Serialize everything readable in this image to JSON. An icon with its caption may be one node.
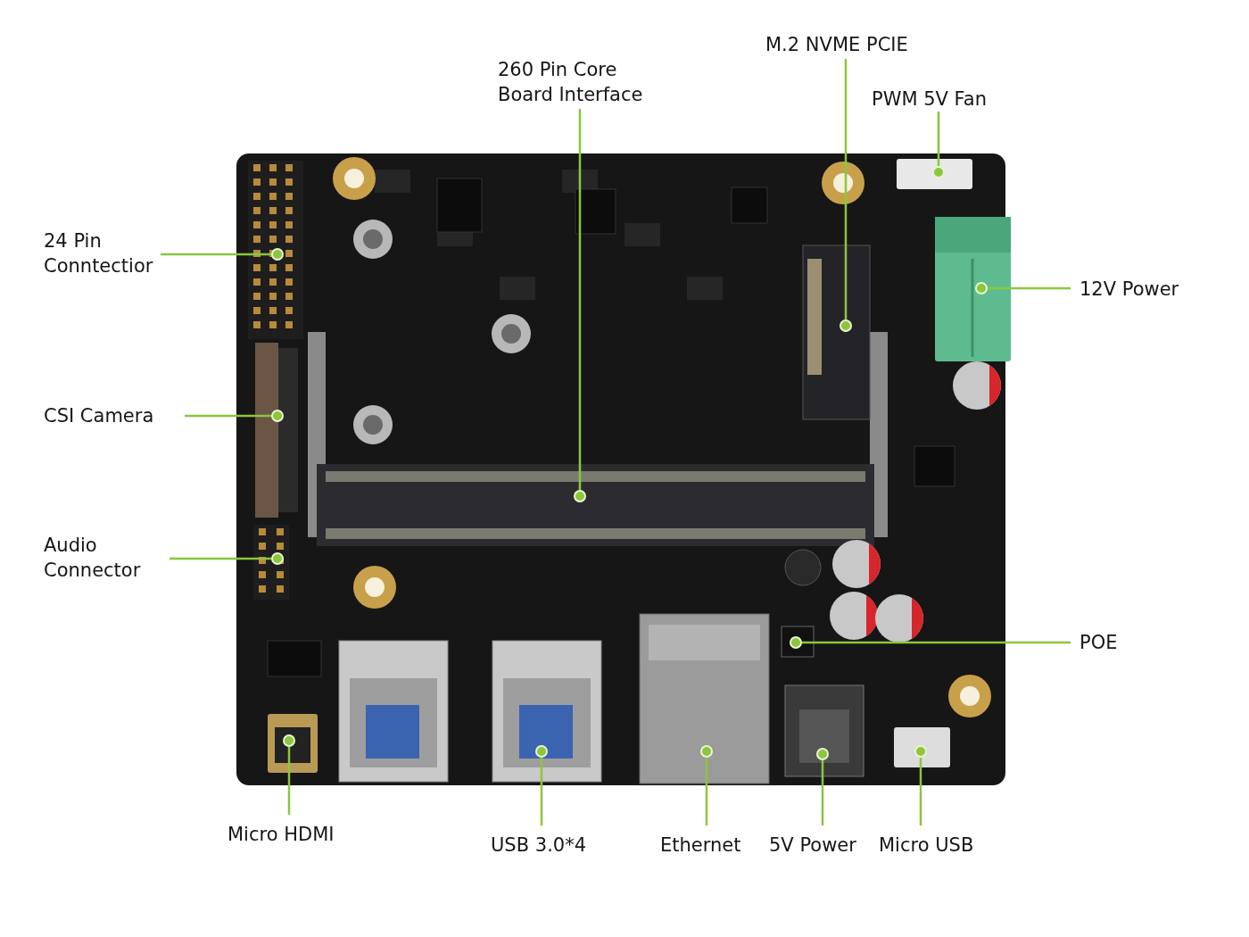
{
  "diagram": {
    "nodes": [
      {
        "text": [
          "260 Pin Core Board Interface"
        ]
      },
      {
        "text": [
          "M.2 NVME PCIE"
        ]
      },
      {
        "text": [
          "PWM 5V Fan"
        ]
      },
      {
        "text": [
          "24 Pin Conntectior"
        ]
      },
      {
        "text": [
          "12V Power"
        ]
      },
      {
        "text": [
          "CSI Camera"
        ]
      },
      {
        "text": [
          "Audio Connector"
        ]
      },
      {
        "text": [
          "POE"
        ]
      },
      {
        "text": [
          "Micro HDMI"
        ]
      },
      {
        "text": [
          "USB 3.0*4"
        ]
      },
      {
        "text": [
          "Ethernet"
        ]
      },
      {
        "text": [
          "5V Power"
        ]
      },
      {
        "text": [
          "Micro USB"
        ]
      },
      {
        "text": [],
        "shape": "picture"
      },
      {
        "text": [],
        "shape": "circle",
        "in": 13
      },
      {
        "text": [],
        "shape": "circle",
        "in": 13
      },
      {
        "text": [],
        "shape": "circle",
        "in": 13
      },
      {
        "text": [],
        "shape": "circle",
        "in": 13
      },
      {
        "text": [],
        "shape": "circle",
        "in": 13
      },
      {
        "text": [],
        "shape": "circle",
        "in": 13
      },
      {
        "text": [],
        "shape": "circle",
        "in": 13
      },
      {
        "text": [],
        "shape": "circle",
        "in": 13
      },
      {
        "text": [],
        "shape": "circle",
        "in": 13
      },
      {
        "text": [],
        "shape": "circle",
        "in": 13
      },
      {
        "text": [],
        "shape": "circle",
        "in": 13
      },
      {
        "text": [],
        "shape": "circle",
        "in": 13
      },
      {
        "text": [],
        "shape": "circle",
        "in": 13
      }
    ],
    "edges": [
      {
        "from": 0,
        "to": 14,
        "arrow": "none"
      },
      {
        "from": 1,
        "to": 15,
        "arrow": "none"
      },
      {
        "from": 2,
        "to": 16,
        "arrow": "none"
      },
      {
        "from": 3,
        "to": 17,
        "arrow": "none"
      },
      {
        "from": 4,
        "to": 18,
        "arrow": "none"
      },
      {
        "from": 5,
        "to": 19,
        "arrow": "none"
      },
      {
        "from": 6,
        "to": 20,
        "arrow": "none"
      },
      {
        "from": 7,
        "to": 21,
        "arrow": "none"
      },
      {
        "from": 8,
        "to": 22,
        "arrow": "none"
      },
      {
        "from": 9,
        "to": 23,
        "arrow": "none"
      },
      {
        "from": 10,
        "to": 24,
        "arrow": "none"
      },
      {
        "from": 11,
        "to": 25,
        "arrow": "none"
      },
      {
        "from": 12,
        "to": 26,
        "arrow": "none"
      }
    ]
  }
}
